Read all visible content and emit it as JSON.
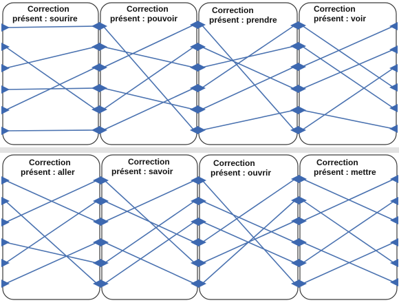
{
  "colors": {
    "line": "#4a72b0",
    "arrow": "#3d68b0",
    "card_border": "#3a3a3a",
    "divider": "#e2e2e2"
  },
  "cards": [
    {
      "title_line1": "Correction",
      "title_line2": "présent : sourire",
      "links": [
        [
          3,
          3
        ],
        [
          0,
          0
        ],
        [
          1,
          4
        ],
        [
          2,
          1
        ],
        [
          4,
          2
        ],
        [
          5,
          5
        ]
      ]
    },
    {
      "title_line1": "Correction",
      "title_line2": "présent : pouvoir",
      "links": [
        [
          0,
          5
        ],
        [
          1,
          2
        ],
        [
          2,
          0
        ],
        [
          3,
          4
        ],
        [
          4,
          1
        ],
        [
          5,
          3
        ]
      ]
    },
    {
      "title_line1": "Correction",
      "title_line2": "présent : prendre",
      "links": [
        [
          0,
          5
        ],
        [
          1,
          3
        ],
        [
          2,
          1
        ],
        [
          3,
          0
        ],
        [
          4,
          2
        ],
        [
          5,
          4
        ]
      ]
    },
    {
      "title_line1": "Correction",
      "title_line2": "présent : voir",
      "links": [
        [
          0,
          3
        ],
        [
          1,
          4
        ],
        [
          2,
          0
        ],
        [
          3,
          1
        ],
        [
          4,
          5
        ],
        [
          5,
          2
        ]
      ]
    },
    {
      "title_line1": "Correction",
      "title_line2": "présent : aller",
      "links": [
        [
          0,
          2
        ],
        [
          1,
          5
        ],
        [
          2,
          0
        ],
        [
          3,
          4
        ],
        [
          4,
          1
        ],
        [
          5,
          3
        ]
      ]
    },
    {
      "title_line1": "Correction",
      "title_line2": "présent : savoir",
      "links": [
        [
          0,
          4
        ],
        [
          1,
          3
        ],
        [
          2,
          0
        ],
        [
          3,
          5
        ],
        [
          4,
          1
        ],
        [
          5,
          2
        ]
      ]
    },
    {
      "title_line1": "Correction",
      "title_line2": "présent : ouvrir",
      "links": [
        [
          0,
          5
        ],
        [
          1,
          3
        ],
        [
          2,
          4
        ],
        [
          3,
          0
        ],
        [
          4,
          2
        ],
        [
          5,
          1
        ]
      ]
    },
    {
      "title_line1": "Correction",
      "title_line2": "présent : mettre",
      "links": [
        [
          0,
          2
        ],
        [
          1,
          4
        ],
        [
          2,
          0
        ],
        [
          3,
          5
        ],
        [
          4,
          1
        ],
        [
          5,
          3
        ]
      ]
    }
  ]
}
